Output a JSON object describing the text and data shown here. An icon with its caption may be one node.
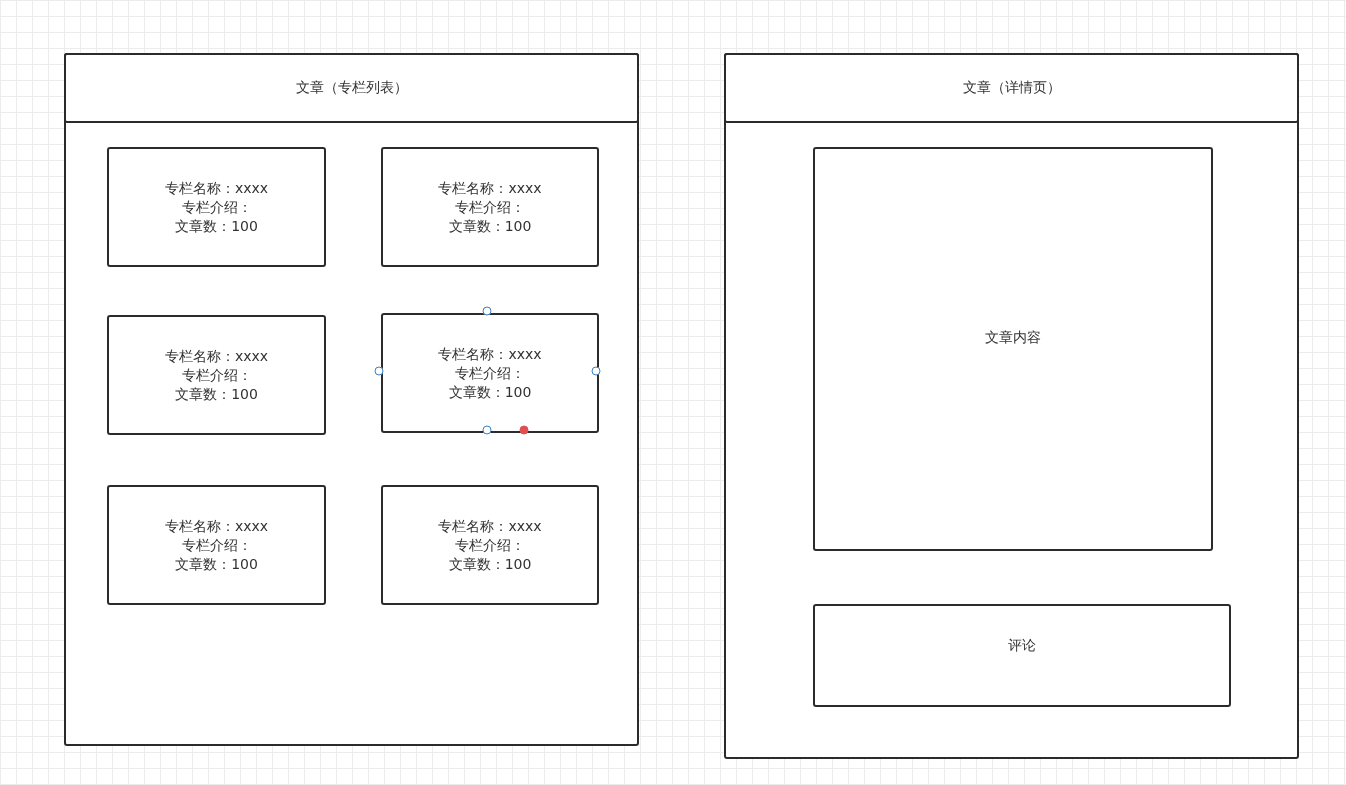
{
  "diagram": {
    "nodes": [
      {
        "text": [
          "文章（专栏列表）"
        ]
      },
      {
        "text": [
          "专栏名称：xxxx",
          "专栏介绍：",
          "文章数：100"
        ],
        "in": 0
      },
      {
        "text": [
          "专栏名称：xxxx",
          "专栏介绍：",
          "文章数：100"
        ],
        "in": 0
      },
      {
        "text": [
          "专栏名称：xxxx",
          "专栏介绍：",
          "文章数：100"
        ],
        "in": 0
      },
      {
        "text": [
          "专栏名称：xxxx",
          "专栏介绍：",
          "文章数：100"
        ],
        "in": 0
      },
      {
        "text": [
          "专栏名称：xxxx",
          "专栏介绍：",
          "文章数：100"
        ],
        "in": 0
      },
      {
        "text": [
          "专栏名称：xxxx",
          "专栏介绍：",
          "文章数：100"
        ],
        "in": 0
      },
      {
        "text": [
          "文章（详情页）"
        ]
      },
      {
        "text": [
          "文章内容"
        ],
        "in": 7
      },
      {
        "text": [
          "评论"
        ],
        "in": 7
      }
    ]
  }
}
